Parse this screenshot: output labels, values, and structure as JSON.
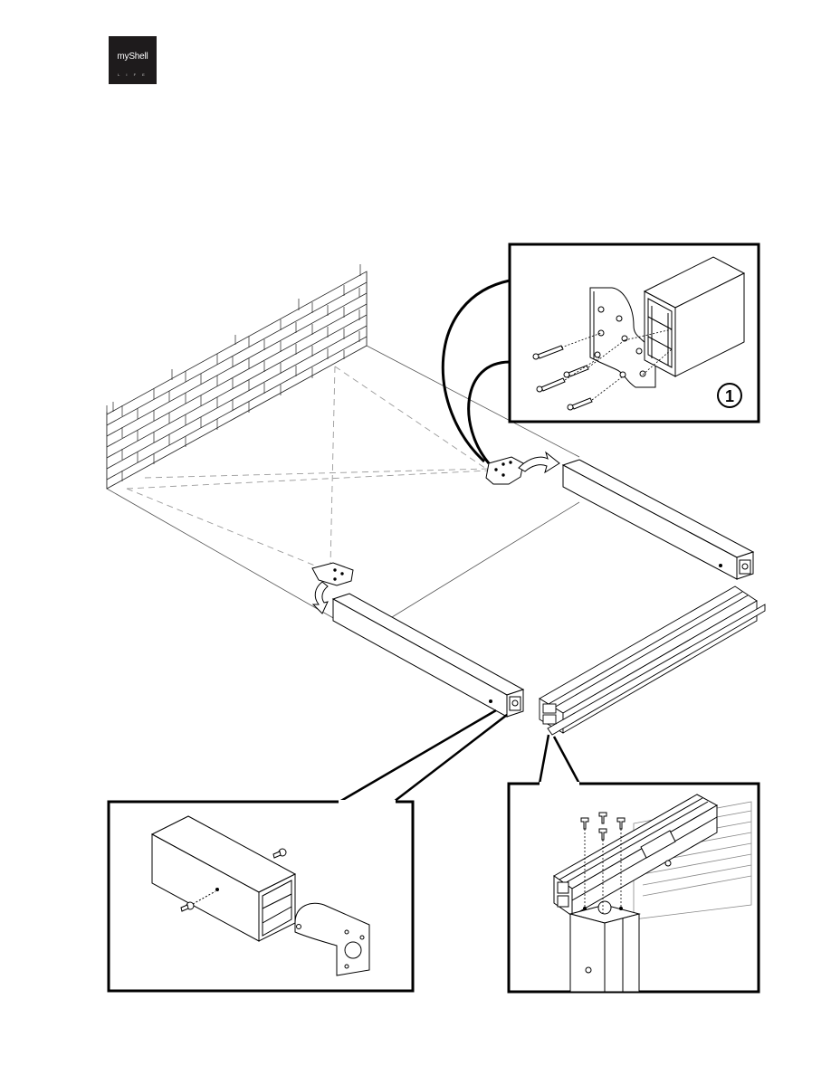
{
  "logo": {
    "brand": "myShell",
    "subtitle": "L I F E",
    "colors": {
      "background": "#1e1b1c",
      "text": "#ffffff"
    }
  },
  "diagram": {
    "step_badge": "1",
    "colors": {
      "line": "#000000",
      "light_line": "#555555",
      "dashed": "#9a9a9a",
      "fill": "#ffffff"
    }
  }
}
